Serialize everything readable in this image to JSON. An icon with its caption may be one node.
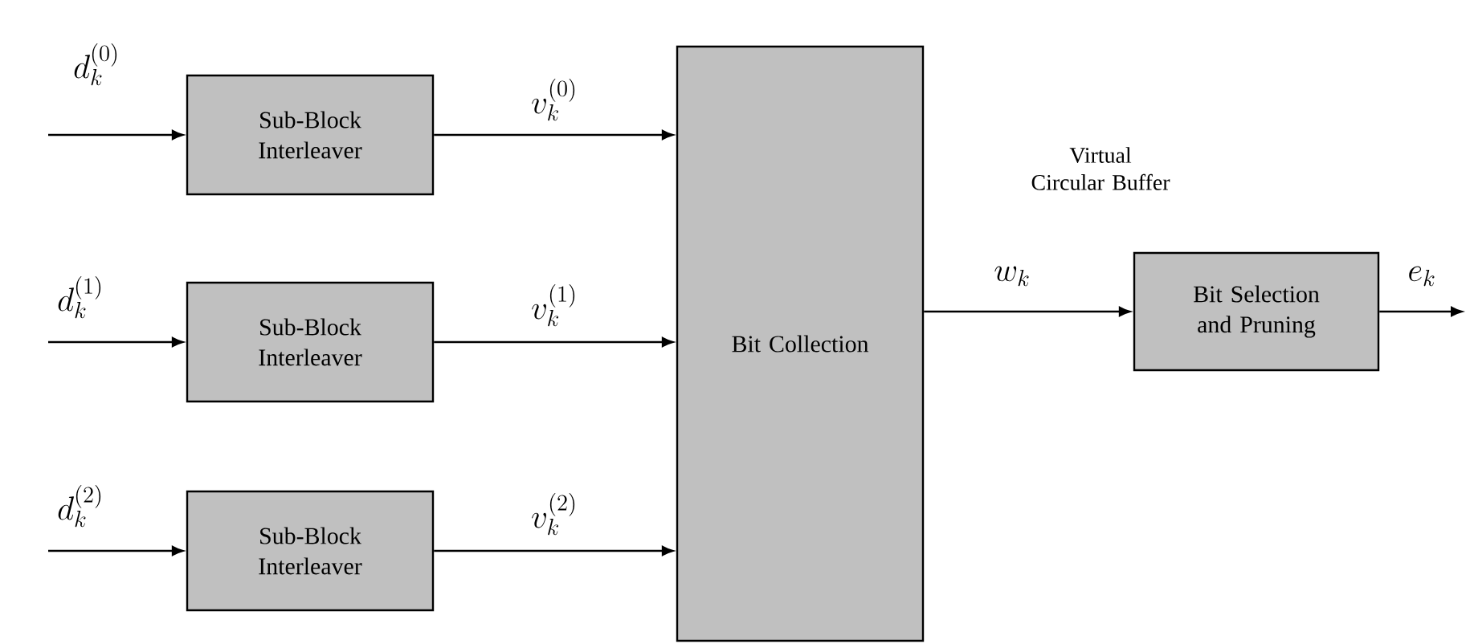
{
  "diagram": {
    "nodes": [
      {
        "text": [
          "Sub-Block Interleaver"
        ]
      },
      {
        "text": [
          "Sub-Block Interleaver"
        ]
      },
      {
        "text": [
          "Sub-Block Interleaver"
        ]
      },
      {
        "text": [
          "Bit Collection"
        ]
      },
      {
        "text": [
          "Bit Selection and Pruning"
        ]
      }
    ],
    "edges": [
      {
        "from": null,
        "to": 0,
        "arrow": "to",
        "label": "d_k^{(0)}"
      },
      {
        "from": null,
        "to": 1,
        "arrow": "to",
        "label": "d_k^{(1)}"
      },
      {
        "from": null,
        "to": 2,
        "arrow": "to",
        "label": "d_k^{(2)}"
      },
      {
        "from": 0,
        "to": 3,
        "arrow": "to",
        "label": "v_k^{(0)}"
      },
      {
        "from": 1,
        "to": 3,
        "arrow": "to",
        "label": "v_k^{(1)}"
      },
      {
        "from": 2,
        "to": 3,
        "arrow": "to",
        "label": "v_k^{(2)}"
      },
      {
        "from": 3,
        "to": 4,
        "arrow": "to",
        "label": "w_k"
      },
      {
        "from": 4,
        "to": null,
        "arrow": "to",
        "label": "e_k"
      }
    ],
    "labels": [
      "Virtual Circular Buffer"
    ]
  }
}
